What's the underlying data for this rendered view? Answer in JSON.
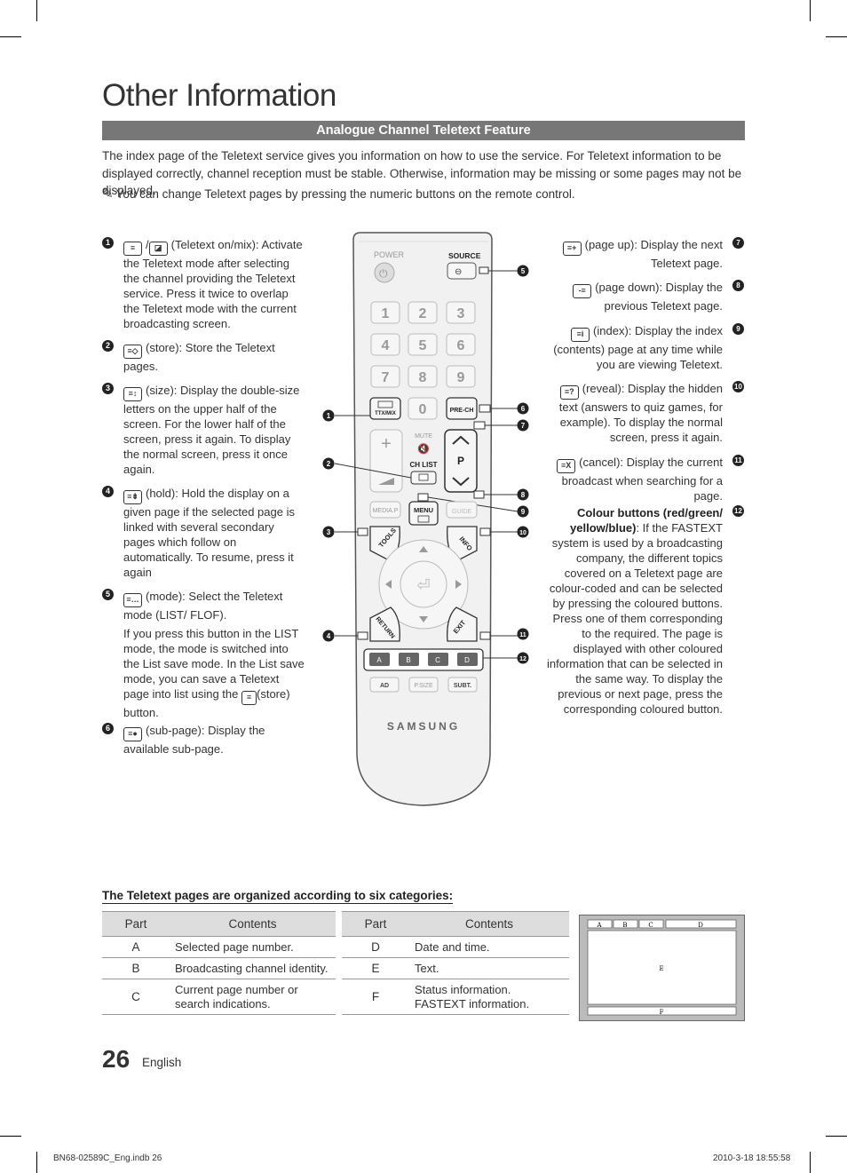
{
  "page": {
    "title": "Other Information",
    "section_title": "Analogue Channel Teletext Feature",
    "intro": "The index page of the Teletext service gives you information on how to use the service. For Teletext information to be displayed correctly, channel reception must be stable. Otherwise, information may be missing or some pages may not be displayed.",
    "note": "You can change Teletext pages by pressing the numeric buttons on the remote control.",
    "page_number": "26",
    "language": "English",
    "footer_left": "BN68-02589C_Eng.indb   26",
    "footer_right": "2010-3-18   18:55:58"
  },
  "left_items": [
    {
      "num": "1",
      "text": "(Teletext on/mix): Activate the Teletext mode after selecting the channel providing the Teletext service. Press it twice to overlap the Teletext mode with the current broadcasting screen."
    },
    {
      "num": "2",
      "text": "(store): Store the Teletext pages."
    },
    {
      "num": "3",
      "text": "(size): Display the double-size letters on the upper half of the screen. For the lower half of the screen, press it again. To display the normal screen, press it once again."
    },
    {
      "num": "4",
      "text": "(hold): Hold the display on a given page if the selected page is linked with several secondary pages which follow on automatically. To resume, press it again"
    },
    {
      "num": "5",
      "text": "(mode): Select the Teletext mode (LIST/ FLOF).",
      "sub_pre": "If you press this button in the LIST mode, the mode is switched into the List save mode. In the List save mode, you can save a Teletext page into list using the",
      "sub_post": "(store) button."
    },
    {
      "num": "6",
      "text": "(sub-page): Display the available sub-page."
    }
  ],
  "right_items": [
    {
      "num": "7",
      "text": "(page up): Display the next Teletext page."
    },
    {
      "num": "8",
      "text": "(page down): Display the previous Teletext page."
    },
    {
      "num": "9",
      "text": "(index): Display the index (contents) page at any time while you are viewing Teletext."
    },
    {
      "num": "10",
      "text": "(reveal): Display the hidden text (answers to quiz games, for example). To display the normal screen, press it again."
    },
    {
      "num": "11",
      "text": "(cancel): Display the current broadcast when searching for a page."
    },
    {
      "num": "12",
      "bold": "Colour buttons (red/green/ yellow/blue)",
      "text": ": If the FASTEXT system is used by a broadcasting company, the different topics covered on a Teletext page are colour-coded and can be selected by pressing the coloured buttons. Press one of them corresponding to the required. The page is displayed with other coloured information that can be selected in the same way. To display the previous or next page, press the corresponding coloured button."
    }
  ],
  "remote": {
    "power": "POWER",
    "source": "SOURCE",
    "digits": [
      "1",
      "2",
      "3",
      "4",
      "5",
      "6",
      "7",
      "8",
      "9",
      "0"
    ],
    "ttx": "TTX/MIX",
    "prech": "PRE-CH",
    "mute": "MUTE",
    "chlist": "CH LIST",
    "p": "P",
    "mediap": "MEDIA.P",
    "menu": "MENU",
    "guide": "GUIDE",
    "tools": "TOOLS",
    "info": "INFO",
    "return": "RETURN",
    "exit": "EXIT",
    "abcd": [
      "A",
      "B",
      "C",
      "D"
    ],
    "ad": "AD",
    "psize": "P.SIZE",
    "subt": "SUBT.",
    "brand": "SAMSUNG"
  },
  "categories_title": "The Teletext pages are organized according to six categories:",
  "table_headers": {
    "part": "Part",
    "contents": "Contents"
  },
  "table_left": [
    {
      "part": "A",
      "contents": "Selected page number."
    },
    {
      "part": "B",
      "contents": "Broadcasting channel identity."
    },
    {
      "part": "C",
      "contents": "Current page number or search indications."
    }
  ],
  "table_right": [
    {
      "part": "D",
      "contents": "Date and time."
    },
    {
      "part": "E",
      "contents": "Text."
    },
    {
      "part": "F",
      "contents": "Status information. FASTEXT information."
    }
  ],
  "diagram": {
    "a": "A",
    "b": "B",
    "c": "C",
    "d": "D",
    "e": "E",
    "f": "F"
  }
}
